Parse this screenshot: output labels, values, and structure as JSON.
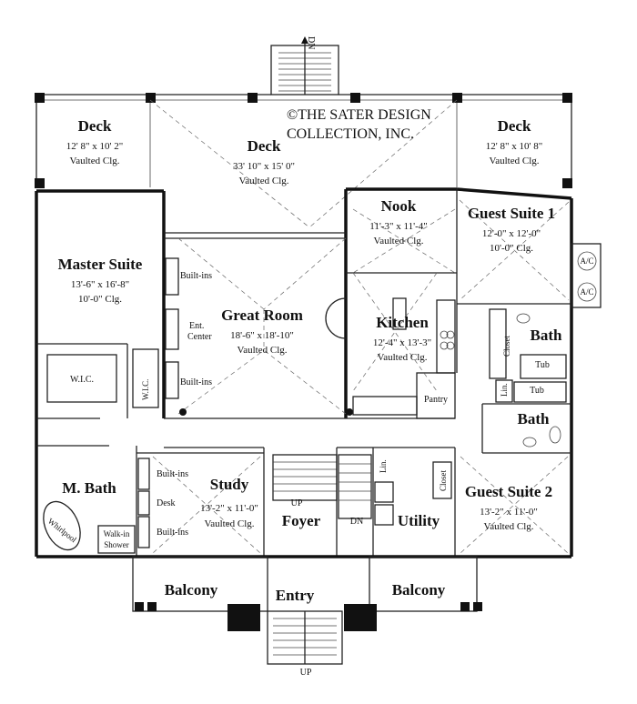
{
  "copyright": {
    "line1": "©THE SATER DESIGN",
    "line2": "COLLECTION, INC."
  },
  "stairs": {
    "top_dn": "DN",
    "bottom_up": "UP",
    "foyer_up": "UP",
    "foyer_dn": "DN"
  },
  "rooms": {
    "deck_left": {
      "name": "Deck",
      "dims": "12' 8\" x 10' 2\"",
      "ceiling": "Vaulted Clg."
    },
    "deck_center": {
      "name": "Deck",
      "dims": "33' 10\" x 15' 0\"",
      "ceiling": "Vaulted Clg."
    },
    "deck_right": {
      "name": "Deck",
      "dims": "12' 8\" x 10' 8\"",
      "ceiling": "Vaulted Clg."
    },
    "master_suite": {
      "name": "Master Suite",
      "dims": "13'-6\" x 16'-8\"",
      "ceiling": "10'-0\" Clg."
    },
    "great_room": {
      "name": "Great Room",
      "dims": "18'-6\" x 18'-10\"",
      "ceiling": "Vaulted Clg."
    },
    "nook": {
      "name": "Nook",
      "dims": "11'-3\" x 11'-4\"",
      "ceiling": "Vaulted Clg."
    },
    "kitchen": {
      "name": "Kitchen",
      "dims": "12'-4\" x 13'-3\"",
      "ceiling": "Vaulted Clg."
    },
    "guest_suite_1": {
      "name": "Guest Suite 1",
      "dims": "12'-0\" x 12'-0\"",
      "ceiling": "10'-0\" Clg."
    },
    "study": {
      "name": "Study",
      "dims": "13'-2\" x 11'-0\"",
      "ceiling": "Vaulted Clg."
    },
    "guest_suite_2": {
      "name": "Guest Suite 2",
      "dims": "13'-2\" x 11'-0\"",
      "ceiling": "Vaulted Clg."
    },
    "foyer": {
      "name": "Foyer"
    },
    "utility": {
      "name": "Utility"
    },
    "m_bath": {
      "name": "M. Bath"
    },
    "bath_upper": {
      "name": "Bath"
    },
    "bath_lower": {
      "name": "Bath"
    },
    "balcony_left": {
      "name": "Balcony"
    },
    "balcony_right": {
      "name": "Balcony"
    },
    "entry": {
      "name": "Entry"
    }
  },
  "fixtures": {
    "builtins_gr_top": "Built-ins",
    "builtins_gr_bottom": "Built-ins",
    "ent_center_1": "Ent.",
    "ent_center_2": "Center",
    "wic_master": "W.I.C.",
    "wic_small": "W.I.C.",
    "builtins_study_top": "Built-ins",
    "builtins_study_bottom": "Built-ins",
    "desk": "Desk",
    "pantry": "Pantry",
    "closet_bath": "Closet",
    "closet_gs2": "Closet",
    "tub_upper": "Tub",
    "tub_lower": "Tub",
    "lin_bath": "Lin.",
    "lin_utility": "Lin.",
    "whirlpool": "Whirlpool",
    "walkin_1": "Walk-in",
    "walkin_2": "Shower",
    "ac_1": "A/C",
    "ac_2": "A/C"
  }
}
